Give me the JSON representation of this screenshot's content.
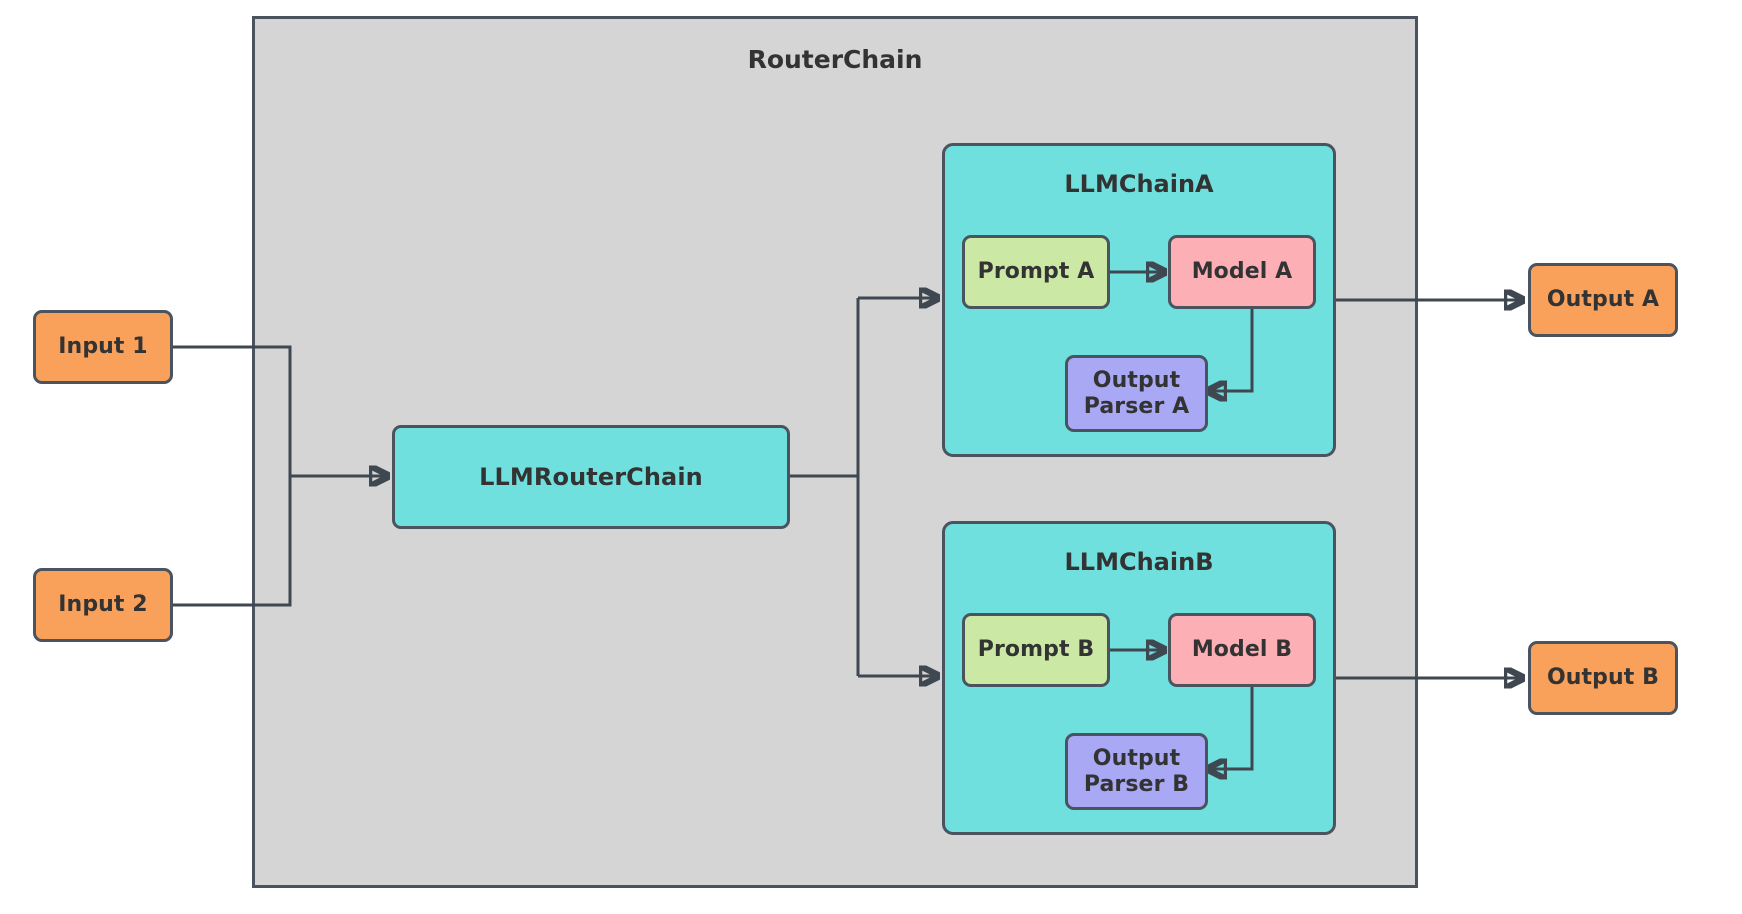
{
  "diagram": {
    "title": "RouterChain",
    "background_color": "#ffffff"
  },
  "colors": {
    "outer_container_fill": "#d5d5d5",
    "chain_container_fill": "#6fe0de",
    "input_output_fill": "#f9a15a",
    "router_fill": "#6fe0de",
    "prompt_fill": "#cbe9a5",
    "model_fill": "#fcb0b5",
    "parser_fill": "#a9a8f5",
    "border": "#4a535e",
    "text": "#333333",
    "connector": "#3f4751"
  },
  "inputs": [
    {
      "label": "Input 1"
    },
    {
      "label": "Input 2"
    }
  ],
  "router": {
    "label": "LLMRouterChain"
  },
  "chains": [
    {
      "title": "LLMChainA",
      "prompt": "Prompt A",
      "model": "Model A",
      "parser_line1": "Output",
      "parser_line2": "Parser A"
    },
    {
      "title": "LLMChainB",
      "prompt": "Prompt B",
      "model": "Model B",
      "parser_line1": "Output",
      "parser_line2": "Parser B"
    }
  ],
  "outputs": [
    {
      "label": "Output A"
    },
    {
      "label": "Output B"
    }
  ]
}
